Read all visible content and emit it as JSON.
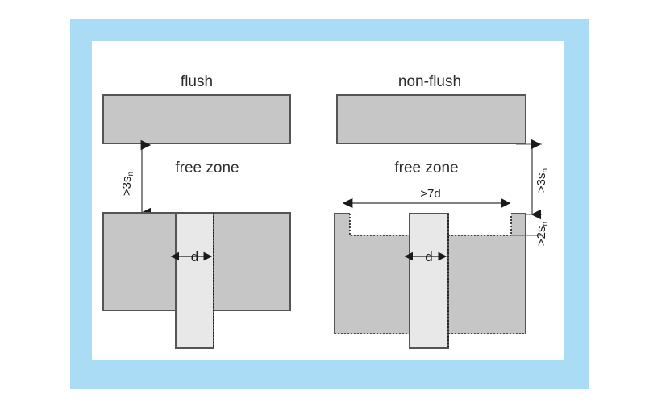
{
  "figure": {
    "background_color": "#ffffff",
    "frame_color": "#aaddf5",
    "panel_color": "#ffffff",
    "block_fill": "#c6c6c6",
    "sensor_fill": "#e8e8e8",
    "line_color": "#555555",
    "text_color": "#2b2b2b"
  },
  "panels": [
    {
      "id": "flush",
      "title": "flush",
      "free_zone_label": "free zone",
      "sensor_diameter_label": "d",
      "clearance_label": ">3s",
      "clearance_subscript": "n"
    },
    {
      "id": "non-flush",
      "title": "non-flush",
      "free_zone_label": "free zone",
      "sensor_diameter_label": "d",
      "clearance_label": ">3s",
      "clearance_subscript": "n",
      "recess_width_label": ">7d",
      "recess_depth_label": ">2s",
      "recess_depth_subscript": "n"
    }
  ]
}
